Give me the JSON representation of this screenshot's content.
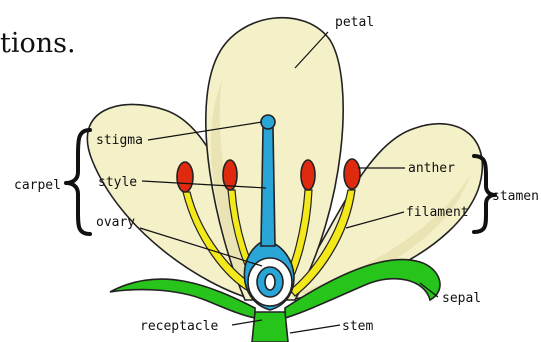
{
  "fragment_top": "tions.",
  "labels": {
    "petal": "petal",
    "stigma": "stigma",
    "style": "style",
    "ovary": "ovary",
    "carpel": "carpel",
    "anther": "anther",
    "filament": "filament",
    "stamen": "stamen",
    "sepal": "sepal",
    "receptacle": "receptacle",
    "stem": "stem"
  },
  "colors": {
    "petal": "#f4f0c8",
    "petal_shade": "#e2dca8",
    "stigma_style": "#2aa5d8",
    "anther": "#e02a10",
    "filament": "#f3e81a",
    "sepal": "#27c41c",
    "ovary_core": "#ffffff"
  }
}
